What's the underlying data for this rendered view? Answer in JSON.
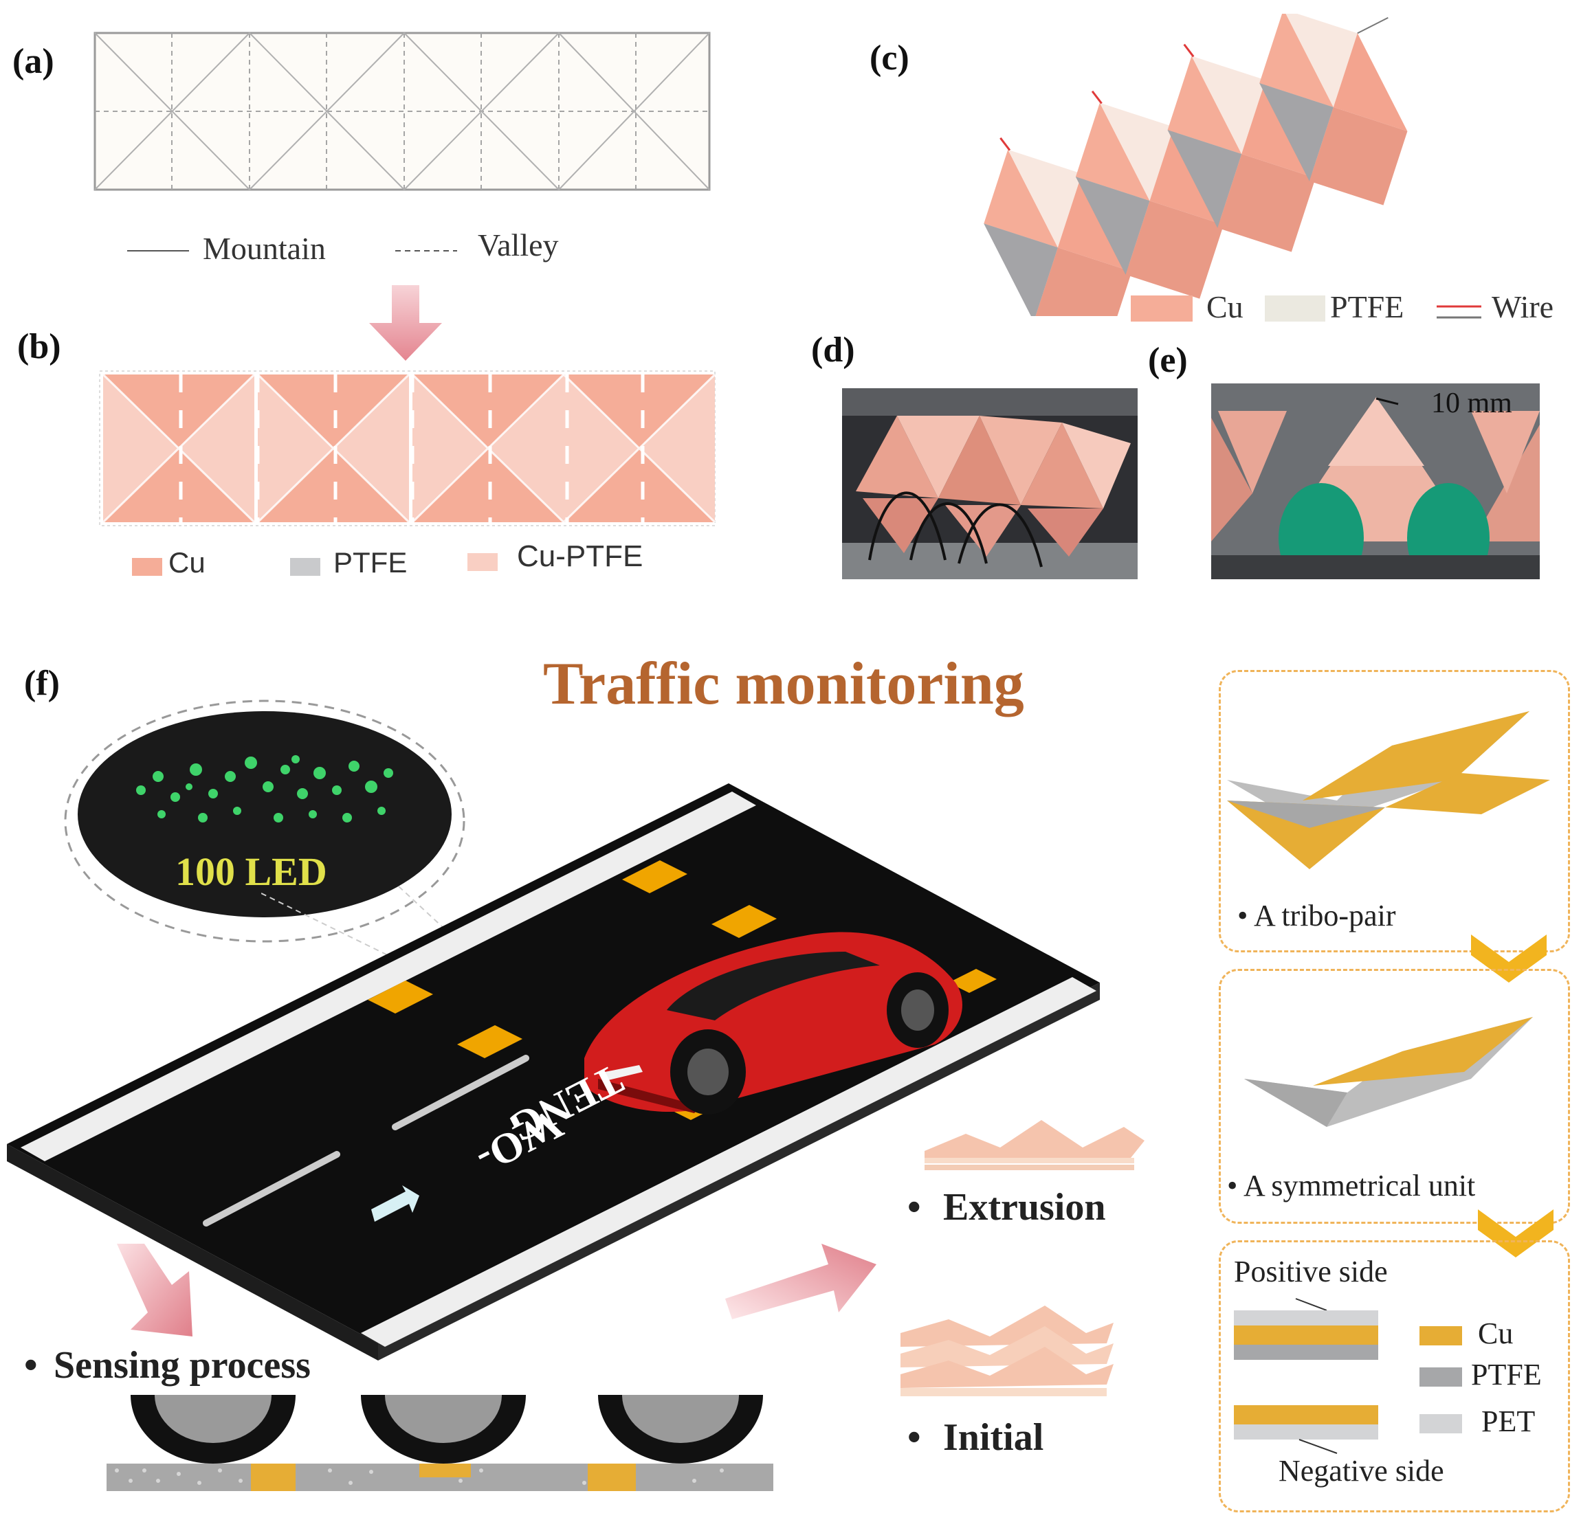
{
  "panels": {
    "a": "(a)",
    "b": "(b)",
    "c": "(c)",
    "d": "(d)",
    "e": "(e)",
    "f": "(f)"
  },
  "a_legend": {
    "mountain": "Mountain",
    "valley": "Valley"
  },
  "b_legend": {
    "cu": "Cu",
    "ptfe": "PTFE",
    "cu_ptfe": "Cu-PTFE"
  },
  "c_legend": {
    "cu": "Cu",
    "ptfe": "PTFE",
    "wire": "Wire"
  },
  "e_scale": "10 mm",
  "f": {
    "title": "Traffic monitoring",
    "led_label": "100 LED",
    "road_text_1": "WO-",
    "road_text_2": "TENG",
    "sensing": "Sensing process",
    "extrusion": "Extrusion",
    "initial": "Initial",
    "tribo_pair": "A tribo-pair",
    "sym_unit": "A symmetrical unit",
    "positive_side": "Positive side",
    "negative_side": "Negative side",
    "layers": {
      "cu": "Cu",
      "ptfe": "PTFE",
      "pet": "PET"
    }
  },
  "colors": {
    "cu": "#f5ad98",
    "cu_ptfe": "#f9cfc3",
    "ptfe": "#c9cacc",
    "wire": "#e03a3a",
    "title": "#b5652f",
    "led": "#e0e04a",
    "gold": "#e6ad35",
    "dash": "#f0b45a",
    "road": "#0e0e0e"
  }
}
